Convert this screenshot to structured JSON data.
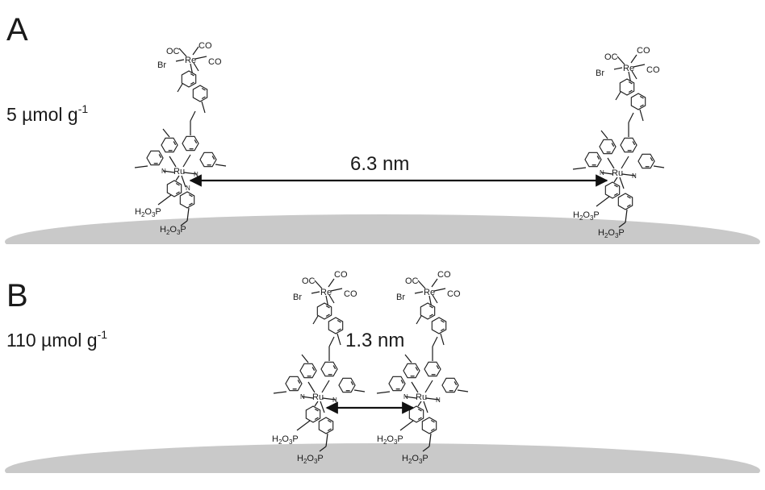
{
  "panels": [
    {
      "letter": "A",
      "loading_main": "5 µmol g",
      "loading_sup": "-1",
      "distance": "6.3 nm"
    },
    {
      "letter": "B",
      "loading_main": "110 µmol g",
      "loading_sup": "-1",
      "distance": "1.3 nm"
    }
  ],
  "atoms": {
    "re": "Re",
    "ru": "Ru",
    "n": "N",
    "br": "Br",
    "co": "CO",
    "oc": "OC",
    "h2o3p_a": "H",
    "h2o3p_b": "2",
    "h2o3p_c": "O",
    "h2o3p_d": "3",
    "h2o3p_e": "P"
  },
  "colors": {
    "surface": "#c9c9c9",
    "ink": "#1a1a1a"
  }
}
